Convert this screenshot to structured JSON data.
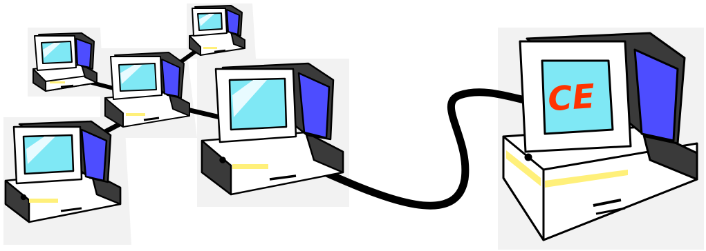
{
  "scene": {
    "background": "#ffffff",
    "colors": {
      "outline": "#000000",
      "screen": "#7fe8f5",
      "screen_glare": "#e8fbff",
      "side_panel": "#4d4dff",
      "case_top": "#ffffff",
      "case_side": "#3a3a3a",
      "drive_stripe": "#fff07a",
      "cable": "#000000",
      "label_color": "#ff3300",
      "label_bg": "#7fe8f5"
    },
    "server": {
      "screen_label": "CE"
    },
    "workstations": [
      {
        "name": "workstation-top-left",
        "icon": "computer-icon"
      },
      {
        "name": "workstation-top-center",
        "icon": "computer-icon"
      },
      {
        "name": "workstation-top-right",
        "icon": "computer-icon"
      },
      {
        "name": "workstation-bottom-left",
        "icon": "computer-icon"
      },
      {
        "name": "workstation-hub",
        "icon": "computer-icon"
      }
    ]
  }
}
